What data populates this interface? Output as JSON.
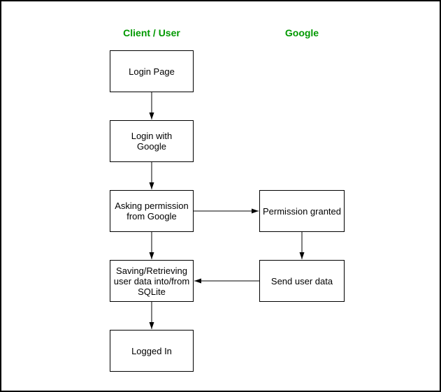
{
  "lanes": {
    "client": "Client / User",
    "google": "Google"
  },
  "nodes": {
    "login_page": "Login Page",
    "login_with_google": "Login with\nGoogle",
    "asking_permission": "Asking permission\nfrom Google",
    "permission_granted": "Permission granted",
    "saving_retrieving": "Saving/Retrieving\nuser data into/from\nSQLite",
    "send_user_data": "Send user data",
    "logged_in": "Logged In"
  },
  "edges": [
    {
      "from": "Login Page",
      "to": "Login with Google",
      "direction": "down"
    },
    {
      "from": "Login with Google",
      "to": "Asking permission from Google",
      "direction": "down"
    },
    {
      "from": "Asking permission from Google",
      "to": "Permission granted",
      "direction": "right"
    },
    {
      "from": "Asking permission from Google",
      "to": "Saving/Retrieving user data into/from SQLite",
      "direction": "down"
    },
    {
      "from": "Permission granted",
      "to": "Send user data",
      "direction": "down"
    },
    {
      "from": "Send user data",
      "to": "Saving/Retrieving user data into/from SQLite",
      "direction": "left"
    },
    {
      "from": "Saving/Retrieving user data into/from SQLite",
      "to": "Logged In",
      "direction": "down"
    }
  ],
  "colors": {
    "lane_header": "#009900",
    "node_border": "#000000",
    "node_text": "#000000",
    "arrow": "#000000",
    "background": "#ffffff"
  }
}
